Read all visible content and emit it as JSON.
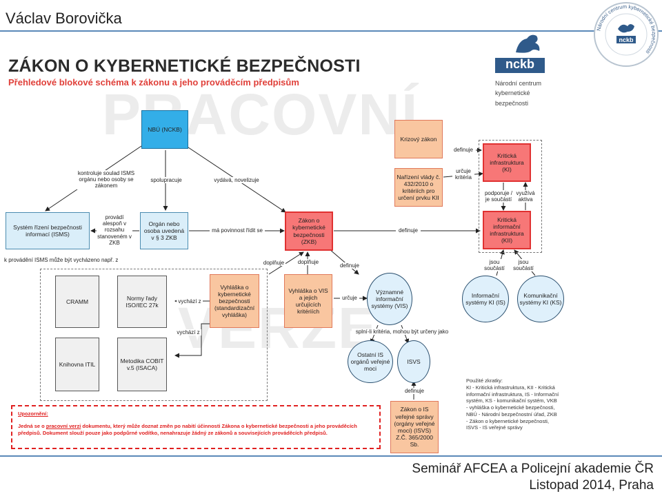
{
  "header": {
    "author": "Václav Borovička",
    "title": "ZÁKON O KYBERNETICKÉ BEZPEČNOSTI",
    "subtitle": "Přehledové blokové schéma k zákonu a jeho prováděcím předpisům",
    "watermark_line1": "PRACOVNÍ",
    "watermark_line2": "VERZE"
  },
  "logo": {
    "badge": "nckb",
    "ring_text": "Národní centrum kybernetické bezpečnosti",
    "side_line1": "Národní centrum",
    "side_line2": "kybernetické",
    "side_line3": "bezpečnosti"
  },
  "nodes": {
    "nbu": "NBÚ (NCKB)",
    "isms": "Systém řízení bezpečnosti informací (ISMS)",
    "organ": "Orgán nebo osoba uvedená v § 3 ZKB",
    "zakon": "Zákon o kybernetické bezpečnosti (ZKB)",
    "krizovy": "Krizový zákon",
    "narizeni": "Nařízení vlády č. 432/2010 o kritériích pro určení prvku KII",
    "ki": "Kritická infrastruktura (KI)",
    "kii": "Kritická informační infrastruktura (KII)",
    "is_ki": "Informační systémy KI (IS)",
    "ks_ki": "Komunikační systémy KI (KS)",
    "cramm": "CRAMM",
    "normy": "Normy řady ISO/IEC 27k",
    "itil": "Knihovna ITIL",
    "cobit": "Metodika COBIT v.5 (ISACA)",
    "vyhlaska_kb": "Vyhláška o kybernetické bezpečnosti (standardizační vyhláška)",
    "vyhlaska_vis": "Vyhláška o VIS a jejich určujících kritériích",
    "vis": "Významné informační systémy (VIS)",
    "ostatni": "Ostatní IS orgánů veřejné moci",
    "isvs": "ISVS",
    "zakon_isvs": "Zákon o IS veřejné správy (orgány veřejné moci) (ISVS) Z.Č. 365/2000 Sb."
  },
  "edges": {
    "kontroluje": "kontroluje soulad ISMS orgánu nebo osoby se zákonem",
    "spolupracuje": "spolupracuje",
    "vydava": "vydává, novelizuje",
    "provadi": "provádí alespoň v rozsahu stanoveném v ZKB",
    "ma_povinnost": "má povinnost řídit se",
    "definuje_ki": "definuje",
    "urcuje_kriteria": "určuje kritéria",
    "podporuje": "podporuje / je součástí",
    "vyuziva": "využívá aktiva",
    "definuje_kii": "definuje",
    "isms_note": "k provádění ISMS může být vycházeno např. z",
    "doplnuje1": "doplňuje",
    "doplnuje2": "doplňuje",
    "definuje_vis": "definuje",
    "vychazi1": "vychází z",
    "vychazi2": "vychází z",
    "urcuje": "určuje",
    "jsou_soucasti1": "jsou součástí",
    "jsou_soucasti2": "jsou součástí",
    "splni_li": "splní-li kritéria, mohou být určeny jako",
    "definuje_isvs": "definuje"
  },
  "warning": {
    "heading": "Upozornění:",
    "text_before": "Jedná se o ",
    "text_link": "pracovní verzi",
    "text_after": " dokumentu, který může doznat změn po nabití účinnosti Zákona o kybernetické bezpečnosti a jeho prováděcích předpisů. Dokument slouží pouze jako podpůrné vodítko, nenahrazuje žádný ze zákonů a souvisejících prováděcích předpisů."
  },
  "abbreviations": {
    "heading": "Použité zkratky:",
    "text": "KI - Kritická infrastruktura, KII - Kritická informační infrastruktura, IS - Informační systém, KS - komunikační systém, VKB - vyhláška o kybernetické bezpečnosti, NBÚ - Národní bezpečnostní úřad, ZKB - Zákon o kybernetické bezpečnosti, ISVS - IS veřejné správy"
  },
  "footer": {
    "line1": "Seminář AFCEA a Policejní akademie ČR",
    "line2": "Listopad 2014, Praha"
  },
  "colors": {
    "accent_line": "#5a88b8",
    "subtitle": "#e0403a",
    "nbu_fill": "#33aee8",
    "red_fill": "#f77777",
    "orange_fill": "#f9c6a0",
    "logo_blue": "#2f5a8a"
  }
}
